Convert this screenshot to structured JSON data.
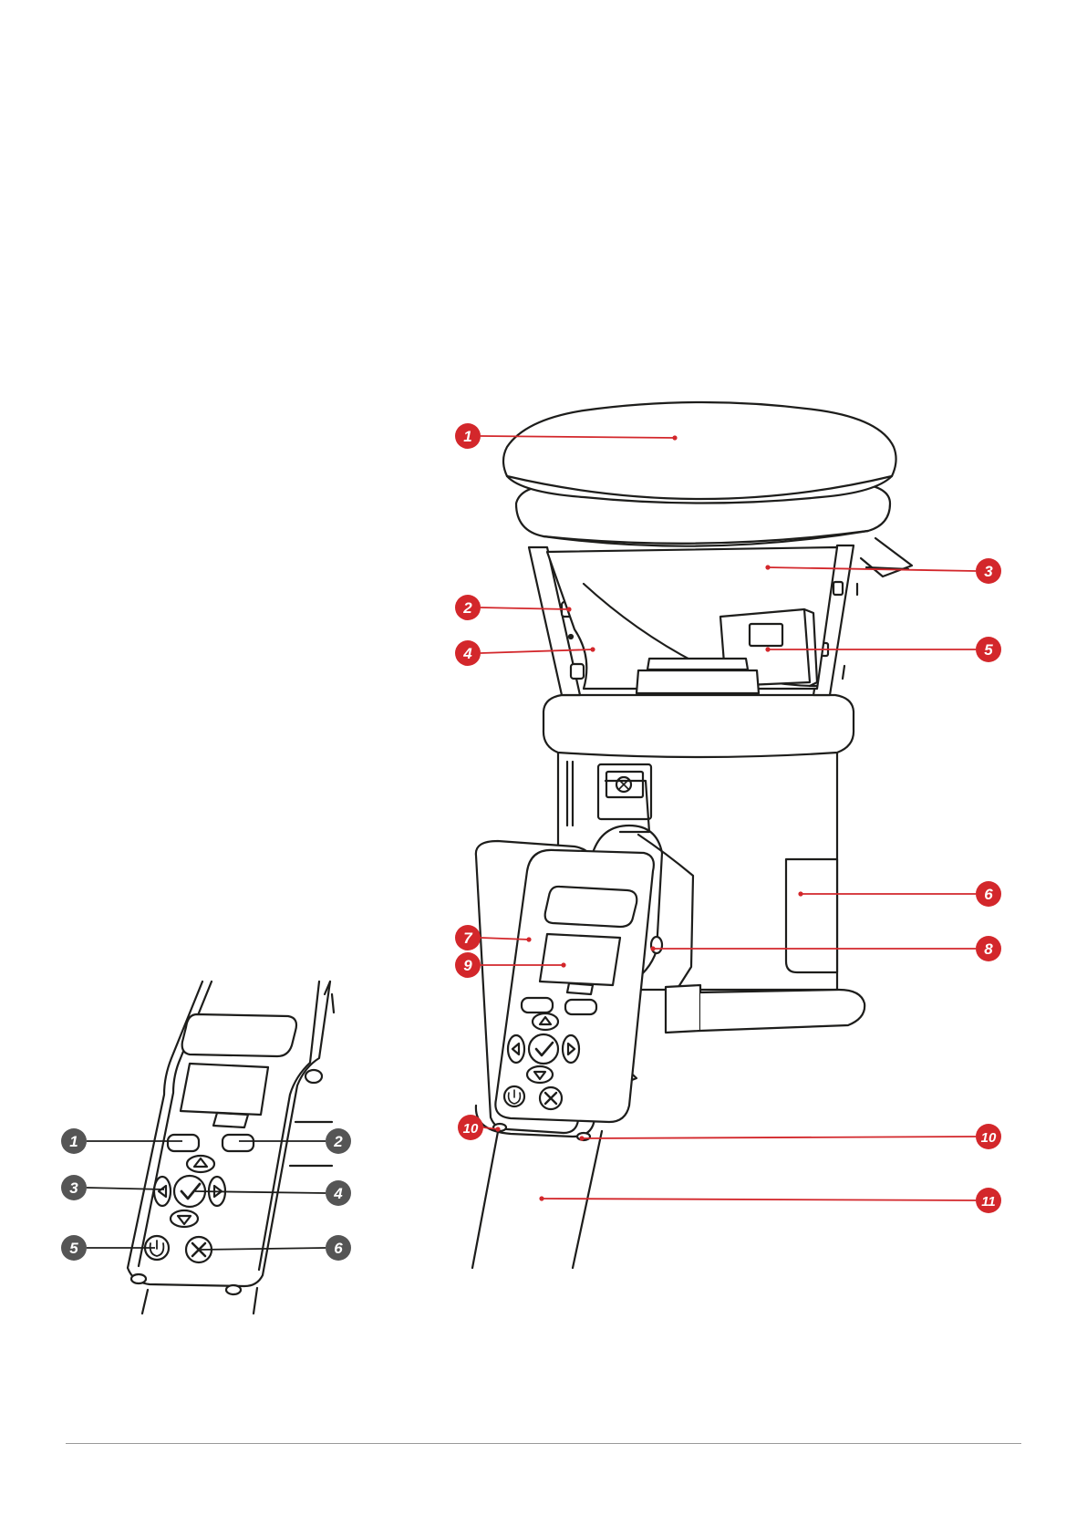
{
  "colors": {
    "callout": "#d3272b",
    "line": "#1d1d1b",
    "rule": "#9a9a9a"
  },
  "main_callouts": [
    {
      "label": "1",
      "part": "cup-top"
    },
    {
      "label": "2",
      "part": "cup-clip-upper"
    },
    {
      "label": "3",
      "part": "cup-interior"
    },
    {
      "label": "4",
      "part": "cup-side"
    },
    {
      "label": "5",
      "part": "heater-module"
    },
    {
      "label": "6",
      "part": "side-battery-door"
    },
    {
      "label": "7",
      "part": "controller-body"
    },
    {
      "label": "8",
      "part": "controller-side-button"
    },
    {
      "label": "9",
      "part": "controller-display"
    },
    {
      "label": "10",
      "part": "controller-mount-left"
    },
    {
      "label": "10",
      "part": "controller-mount-right"
    },
    {
      "label": "11",
      "part": "pole"
    }
  ],
  "detail_callouts": [
    {
      "label": "1",
      "part": "left-soft-key"
    },
    {
      "label": "2",
      "part": "right-soft-key"
    },
    {
      "label": "3",
      "part": "left-arrow-key"
    },
    {
      "label": "4",
      "part": "right-arrow-key"
    },
    {
      "label": "5",
      "part": "power-key"
    },
    {
      "label": "6",
      "part": "cancel-key"
    }
  ]
}
